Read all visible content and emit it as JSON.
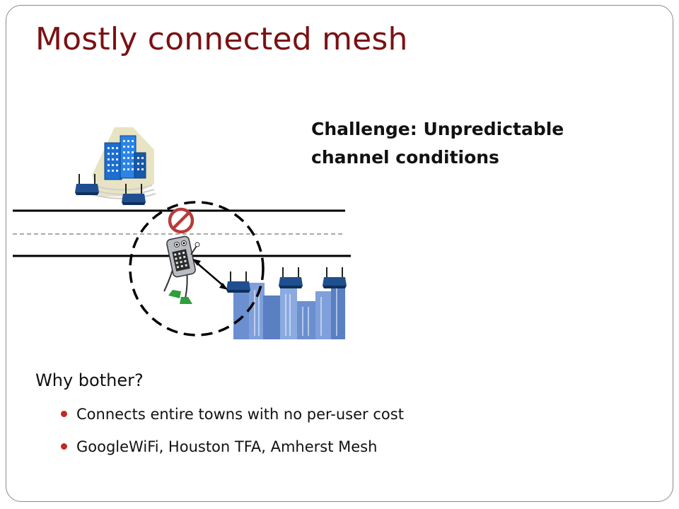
{
  "slide": {
    "title": "Mostly connected mesh",
    "challenge": {
      "line1": "Challenge: Unpredictable",
      "line2": "channel conditions"
    },
    "why_heading": "Why bother?",
    "bullets": [
      "Connects entire towns with no per-user cost",
      "GoogleWiFi, Houston TFA, Amherst Mesh"
    ]
  },
  "colors": {
    "title": "#7b1113",
    "bullet": "#c2281f",
    "router": "#1f4f8f",
    "building_blue": "#1c6fd1",
    "city_blue": "#6b8fcf",
    "blocked_sign": "#b73b3b"
  },
  "icons": [
    "office-building-icon",
    "wireless-router-icon",
    "blocked-icon",
    "mobile-phone-mascot-icon",
    "city-skyline-icon"
  ]
}
